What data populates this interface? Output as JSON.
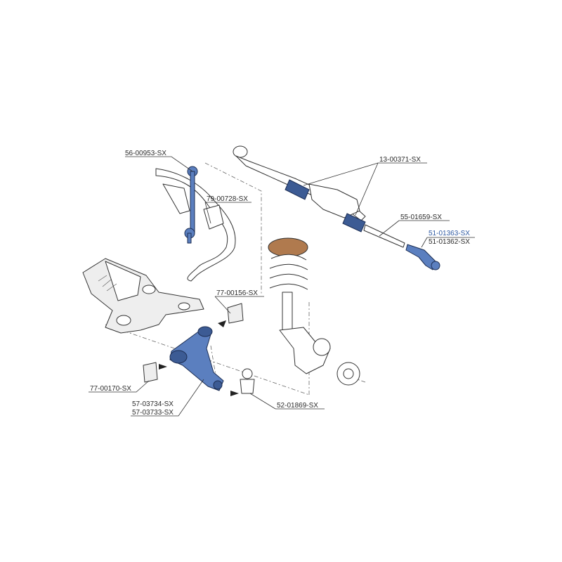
{
  "diagram": {
    "parts": [
      {
        "id": "p1",
        "code": "56-00953-SX",
        "highlighted": false
      },
      {
        "id": "p2",
        "code": "79-00728-SX",
        "highlighted": false
      },
      {
        "id": "p3",
        "code": "13-00371-SX",
        "highlighted": false
      },
      {
        "id": "p4",
        "code": "55-01659-SX",
        "highlighted": false
      },
      {
        "id": "p5",
        "code": "51-01363-SX",
        "highlighted": true
      },
      {
        "id": "p6",
        "code": "51-01362-SX",
        "highlighted": false
      },
      {
        "id": "p7",
        "code": "77-00156-SX",
        "highlighted": false
      },
      {
        "id": "p8",
        "code": "77-00170-SX",
        "highlighted": false
      },
      {
        "id": "p9",
        "code": "57-03734-SX",
        "highlighted": false
      },
      {
        "id": "p10",
        "code": "57-03733-SX",
        "highlighted": false
      },
      {
        "id": "p11",
        "code": "52-01869-SX",
        "highlighted": false
      }
    ],
    "colors": {
      "highlight_part": "#5b7fbf",
      "highlight_label": "#2f5aa3",
      "strut_mount": "#b07a4e",
      "ink": "#333333"
    }
  }
}
